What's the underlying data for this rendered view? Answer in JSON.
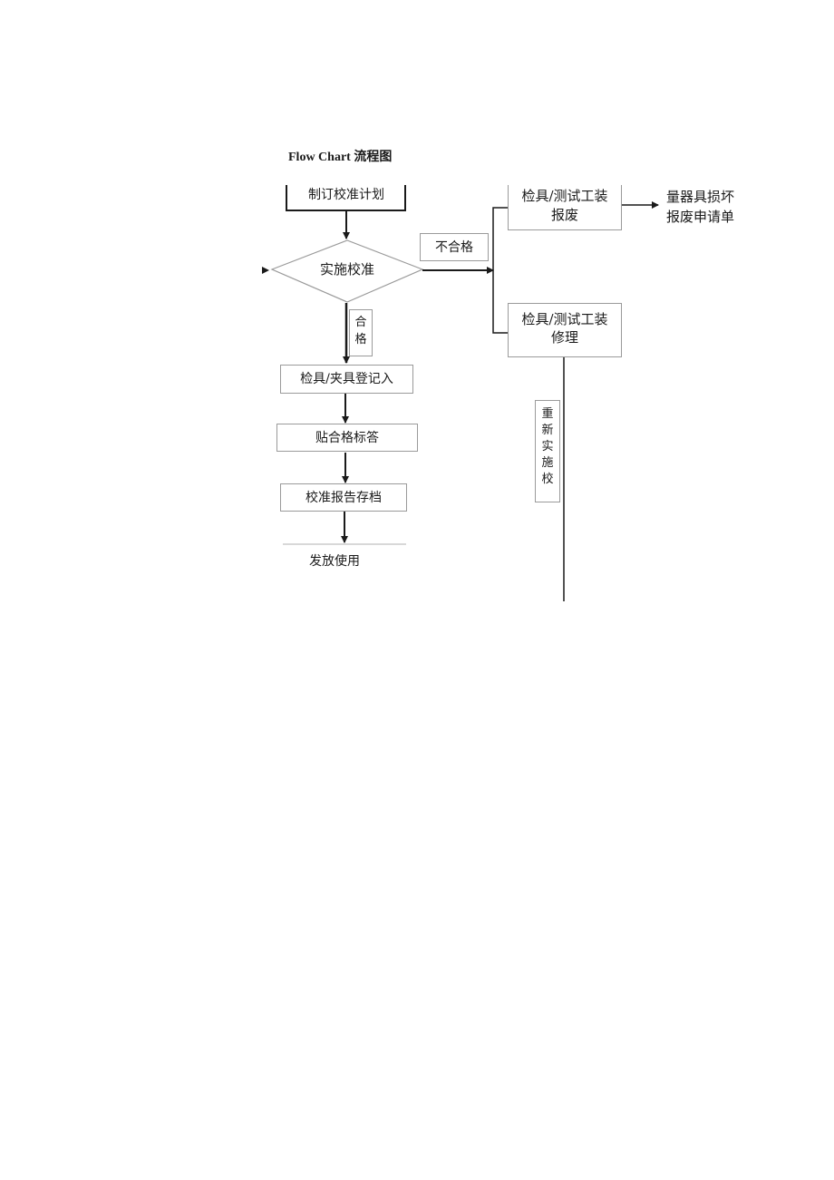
{
  "title": "Flow Chart 流程图",
  "nodes": {
    "plan": "制订校准计划",
    "calibrate": "实施校准",
    "register": "检具/夹具登记入",
    "label": "贴合格标答",
    "archive": "校准报告存档",
    "release": "发放使用",
    "scrap_line1": "检具/测试工装",
    "scrap_line2": "报废",
    "repair_line1": "检具/测试工装",
    "repair_line2": "修理",
    "request_line1": "量器具损坏",
    "request_line2": "报废申请单"
  },
  "edge_labels": {
    "pass_1": "合",
    "pass_2": "格",
    "fail": "不合格",
    "recal_1": "重",
    "recal_2": "新",
    "recal_3": "实",
    "recal_4": "施",
    "recal_5": "校"
  }
}
